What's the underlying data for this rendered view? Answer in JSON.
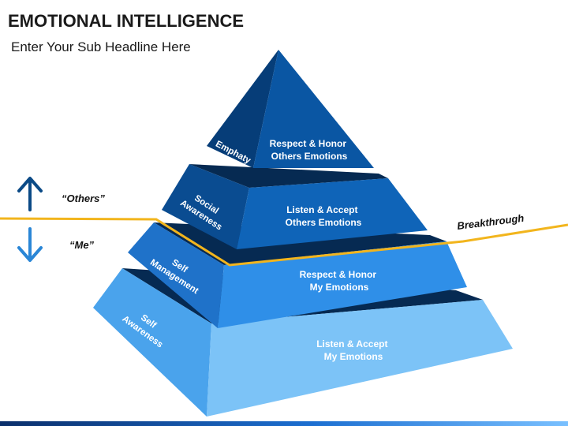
{
  "header": {
    "title": "EMOTIONAL INTELLIGENCE",
    "subtitle": "Enter Your Sub Headline Here"
  },
  "colors": {
    "tier1_front": "#0a56a3",
    "tier1_side": "#063d78",
    "tier2_front": "#0f64b8",
    "tier2_side": "#0a4c91",
    "tier3_front": "#2f8fe8",
    "tier3_side": "#1f72c9",
    "tier4_front": "#7cc3f7",
    "tier4_side": "#4aa3ec",
    "ledge": "#062a52",
    "breakthrough_line": "#f2b51d",
    "arrow_up": "#0b4a86",
    "arrow_down": "#2a86d6"
  },
  "pyramid": {
    "tiers": [
      {
        "side_label": "Emphaty",
        "front_line1": "Respect & Honor",
        "front_line2": "Others Emotions"
      },
      {
        "side_label_line1": "Social",
        "side_label_line2": "Awareness",
        "front_line1": "Listen & Accept",
        "front_line2": "Others Emotions"
      },
      {
        "side_label_line1": "Self",
        "side_label_line2": "Management",
        "front_line1": "Respect & Honor",
        "front_line2": "My Emotions"
      },
      {
        "side_label_line1": "Self",
        "side_label_line2": "Awareness",
        "front_line1": "Listen & Accept",
        "front_line2": "My Emotions"
      }
    ]
  },
  "annotations": {
    "others_label": "“Others”",
    "me_label": "“Me”",
    "breakthrough_label": "Breakthrough",
    "up_arrow_icon": "arrow-up-icon",
    "down_arrow_icon": "arrow-down-icon"
  }
}
